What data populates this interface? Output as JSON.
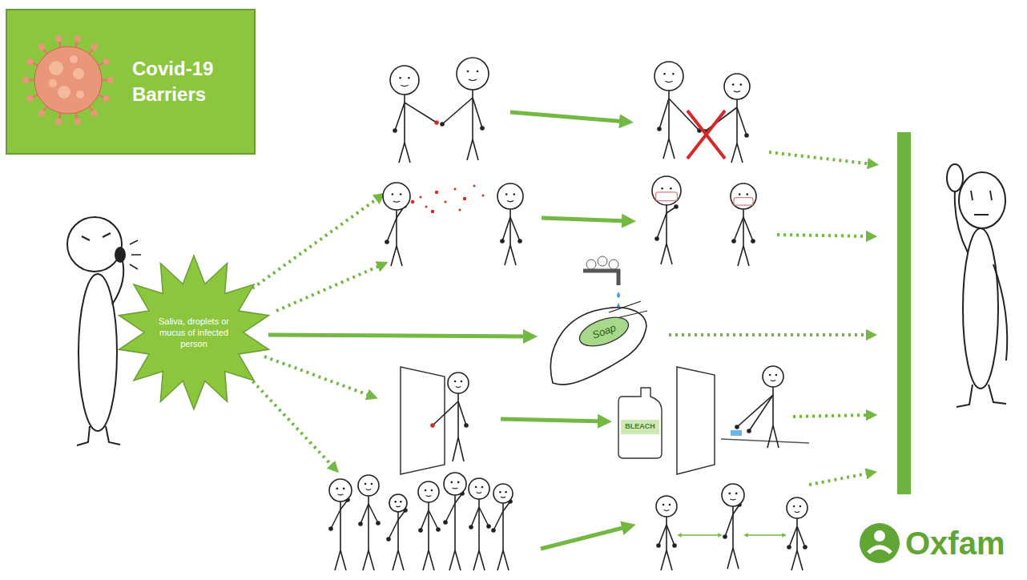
{
  "diagram": {
    "title": "Covid-19 Barriers",
    "nodes": [
      {
        "text": [
          "Saliva, droplets or mucus of infected person"
        ]
      }
    ],
    "labels": [
      "Soap",
      "BLEACH",
      "Oxfam"
    ]
  }
}
